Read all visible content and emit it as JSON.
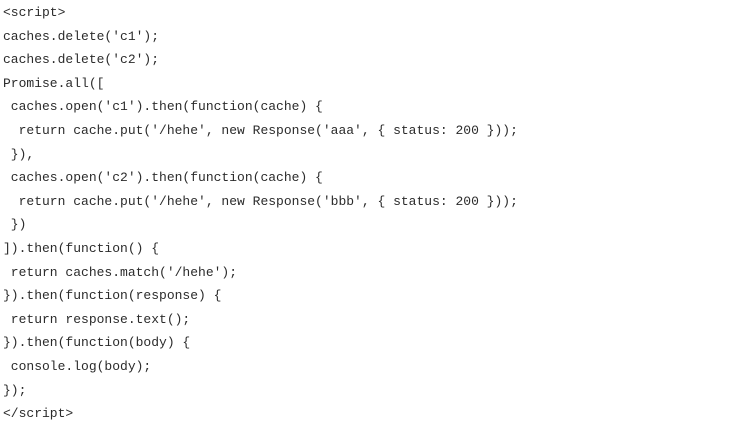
{
  "page": {
    "background_color": "#ffffff",
    "text_color": "#2b2b2b"
  },
  "code": {
    "language": "javascript",
    "lines": [
      "<script>",
      "caches.delete('c1');",
      "caches.delete('c2');",
      "Promise.all([",
      " caches.open('c1').then(function(cache) {",
      "  return cache.put('/hehe', new Response('aaa', { status: 200 }));",
      " }),",
      " caches.open('c2').then(function(cache) {",
      "  return cache.put('/hehe', new Response('bbb', { status: 200 }));",
      " })",
      "]).then(function() {",
      " return caches.match('/hehe');",
      "}).then(function(response) {",
      " return response.text();",
      "}).then(function(body) {",
      " console.log(body);",
      "});",
      "</script>"
    ]
  }
}
